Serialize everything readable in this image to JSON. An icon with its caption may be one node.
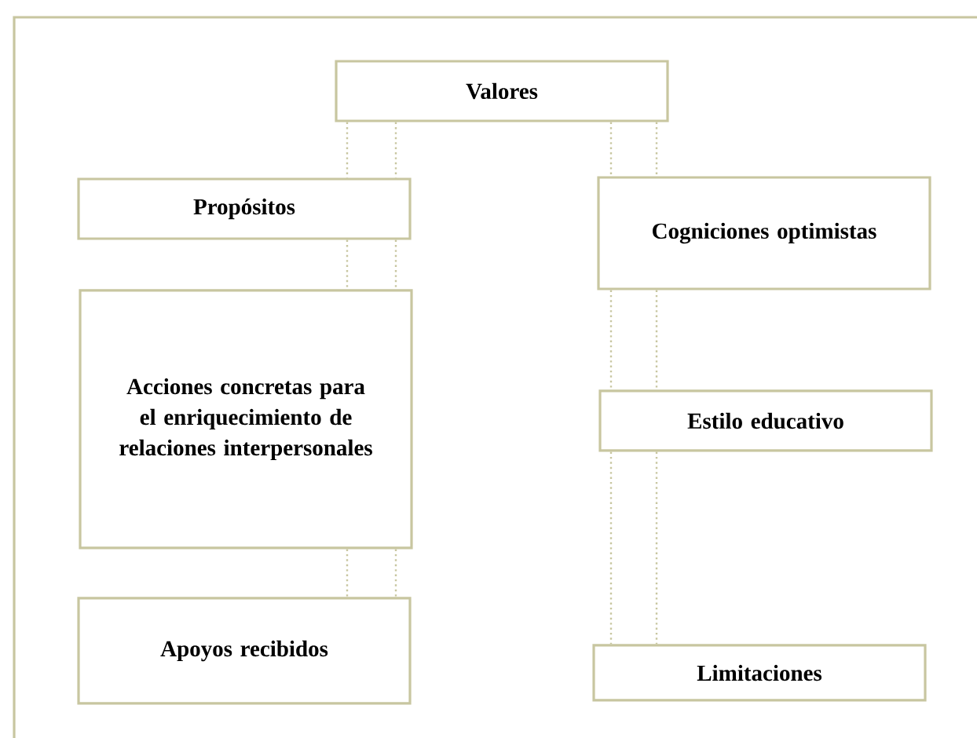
{
  "diagram": {
    "nodes": [
      {
        "text": [
          "Valores"
        ]
      },
      {
        "text": [
          "Propósitos"
        ]
      },
      {
        "text": [
          "Cogniciones optimistas"
        ]
      },
      {
        "text": [
          "Acciones concretas para el enriquecimiento de relaciones interpersonales"
        ]
      },
      {
        "text": [
          "Estilo educativo"
        ]
      },
      {
        "text": [
          "Apoyos recibidos"
        ]
      },
      {
        "text": [
          "Limitaciones"
        ]
      }
    ],
    "edges": [
      {
        "from": 0,
        "to": 1,
        "arrow": "none"
      },
      {
        "from": 1,
        "to": 3,
        "arrow": "none"
      },
      {
        "from": 3,
        "to": 5,
        "arrow": "none"
      },
      {
        "from": 0,
        "to": 2,
        "arrow": "none"
      },
      {
        "from": 2,
        "to": 4,
        "arrow": "none"
      },
      {
        "from": 4,
        "to": 6,
        "arrow": "none"
      }
    ]
  }
}
